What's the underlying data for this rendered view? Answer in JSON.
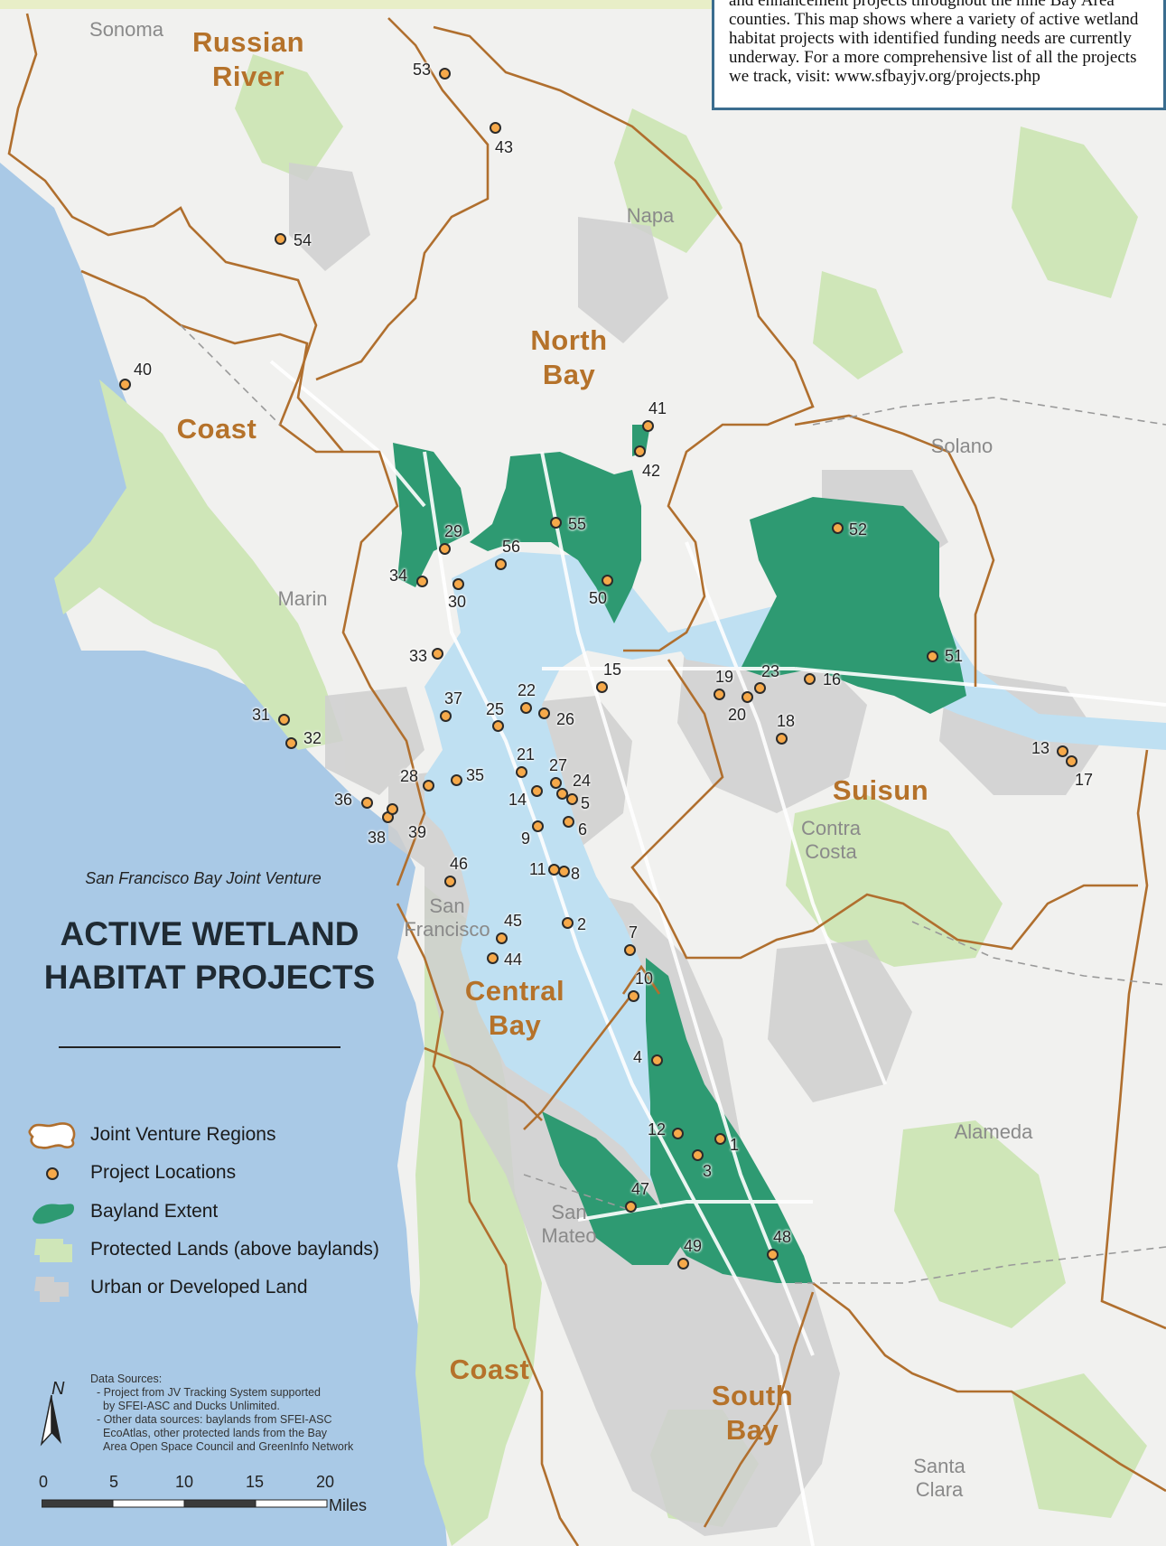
{
  "intro": {
    "text": "and enhancement projects throughout the nine Bay Area counties. This map shows where a variety of active wetland habitat projects with identified funding needs are currently underway. For a more comprehensive list of all the projects we track, visit: www.sfbayjv.org/projects.php"
  },
  "title_block": {
    "organization": "San Francisco Bay Joint Venture",
    "title": "ACTIVE WETLAND\nHABITAT PROJECTS"
  },
  "regions": [
    "Russian\nRiver",
    "Coast",
    "North\nBay",
    "Suisun",
    "Central\nBay",
    "Coast",
    "South\nBay"
  ],
  "counties": [
    "Sonoma",
    "Napa",
    "Marin",
    "Solano",
    "Contra\nCosta",
    "San\nFrancisco",
    "San\nMateo",
    "Alameda",
    "Santa\nClara"
  ],
  "projects": [
    "1",
    "2",
    "3",
    "4",
    "5",
    "6",
    "7",
    "8",
    "9",
    "10",
    "11",
    "12",
    "13",
    "14",
    "15",
    "16",
    "17",
    "18",
    "19",
    "20",
    "21",
    "22",
    "23",
    "24",
    "25",
    "26",
    "27",
    "28",
    "29",
    "30",
    "31",
    "32",
    "33",
    "34",
    "35",
    "36",
    "37",
    "38",
    "39",
    "40",
    "41",
    "42",
    "43",
    "44",
    "45",
    "46",
    "47",
    "48",
    "49",
    "50",
    "51",
    "52",
    "53",
    "54",
    "55",
    "56"
  ],
  "legend": {
    "items": [
      {
        "label": "Joint Venture Regions",
        "symbol": "region-outline-icon"
      },
      {
        "label": "Project Locations",
        "symbol": "project-dot-icon"
      },
      {
        "label": "Bayland Extent",
        "symbol": "bayland-swatch-icon"
      },
      {
        "label": "Protected Lands (above baylands)",
        "symbol": "protected-swatch-icon"
      },
      {
        "label": "Urban or Developed Land",
        "symbol": "urban-swatch-icon"
      }
    ]
  },
  "sources": {
    "heading": "Data Sources:",
    "lines": [
      "- Project from JV Tracking System supported",
      "  by SFEI-ASC and Ducks Unlimited.",
      "- Other data sources: baylands from SFEI-ASC",
      "  EcoAtlas, other protected lands from the Bay",
      "  Area Open Space Council and GreenInfo Network"
    ]
  },
  "north_arrow": {
    "label": "N"
  },
  "scale": {
    "ticks": [
      "0",
      "5",
      "10",
      "15",
      "20"
    ],
    "units": "Miles"
  },
  "colors": {
    "ocean": "#a9c9e6",
    "bay": "#bfe0f2",
    "bayland": "#2e9a72",
    "protected": "#cfe6b8",
    "urban": "#cfcfcf",
    "land": "#f1f1ef",
    "region_border": "#b06f2e",
    "label_brown": "#b5722a",
    "project_fill": "#f6a94a"
  }
}
